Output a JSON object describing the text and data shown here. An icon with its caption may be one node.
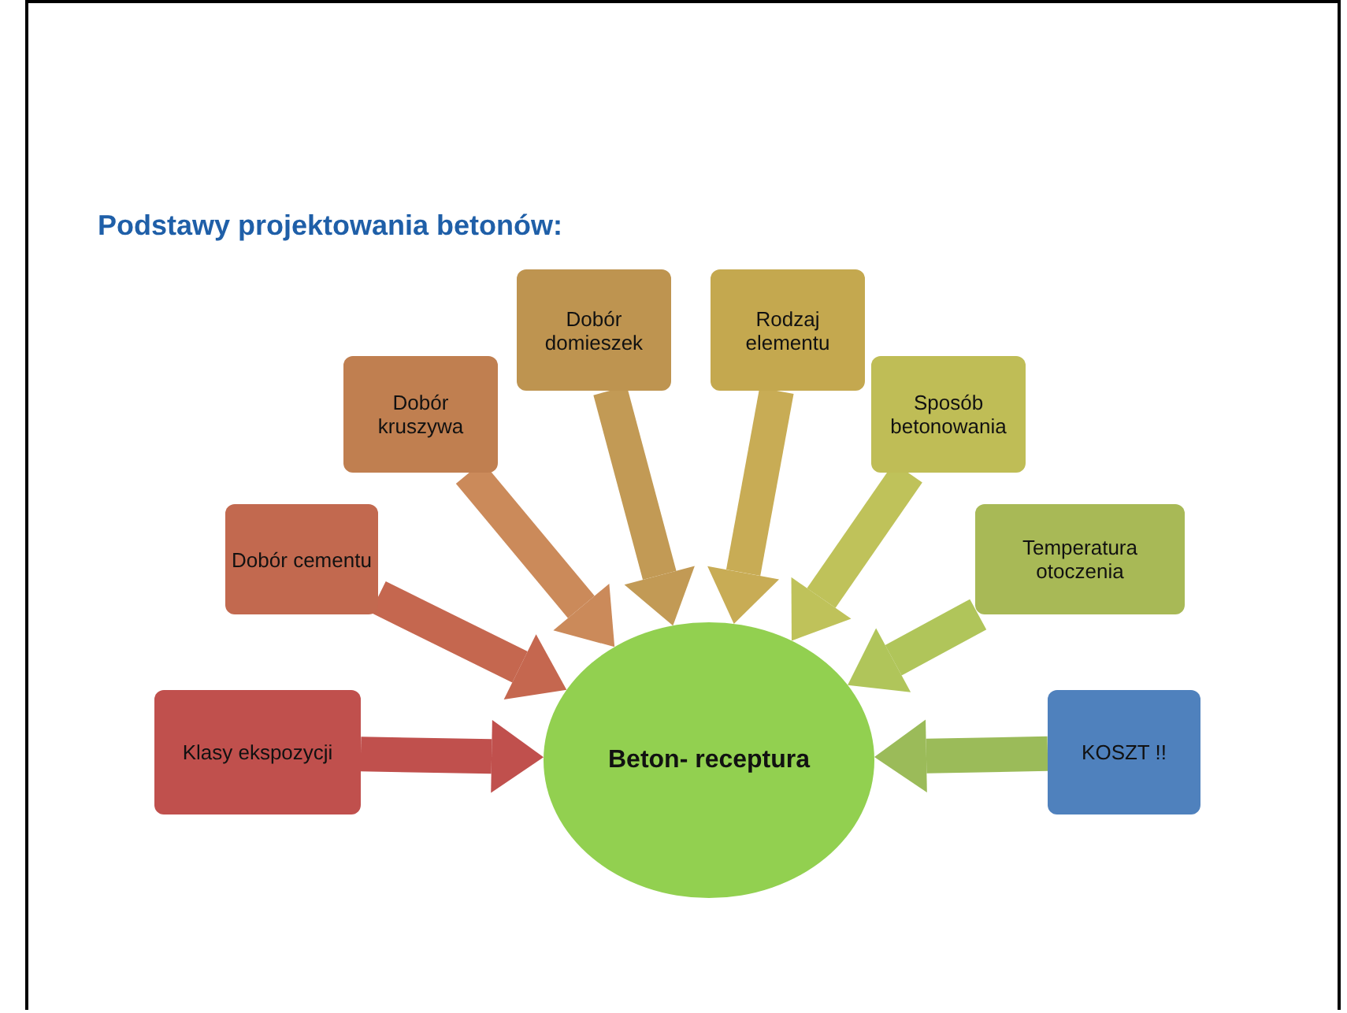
{
  "diagram": {
    "title": "Podstawy projektowania betonów:",
    "nodes": [
      {
        "text": [
          "Klasy ekspozycji"
        ]
      },
      {
        "text": [
          "Dobór cementu"
        ]
      },
      {
        "text": [
          "Dobór kruszywa"
        ]
      },
      {
        "text": [
          "Dobór domieszek"
        ]
      },
      {
        "text": [
          "Rodzaj elementu"
        ]
      },
      {
        "text": [
          "Sposób betonowania"
        ]
      },
      {
        "text": [
          "Temperatura otoczenia"
        ]
      },
      {
        "text": [
          "KOSZT !!"
        ]
      },
      {
        "text": [
          "Beton- receptura"
        ]
      }
    ],
    "edges": [
      {
        "from": 0,
        "to": 8,
        "arrow": "to",
        "color": "#c0504d"
      },
      {
        "from": 1,
        "to": 8,
        "arrow": "to",
        "color": "#c5674f"
      },
      {
        "from": 2,
        "to": 8,
        "arrow": "to",
        "color": "#cb8a5a"
      },
      {
        "from": 3,
        "to": 8,
        "arrow": "to",
        "color": "#c29a55"
      },
      {
        "from": 4,
        "to": 8,
        "arrow": "to",
        "color": "#c8ac55"
      },
      {
        "from": 5,
        "to": 8,
        "arrow": "to",
        "color": "#bfc25a"
      },
      {
        "from": 6,
        "to": 8,
        "arrow": "to",
        "color": "#b0c55a"
      },
      {
        "from": 7,
        "to": 8,
        "arrow": "to",
        "color": "#9bbb59"
      }
    ]
  }
}
